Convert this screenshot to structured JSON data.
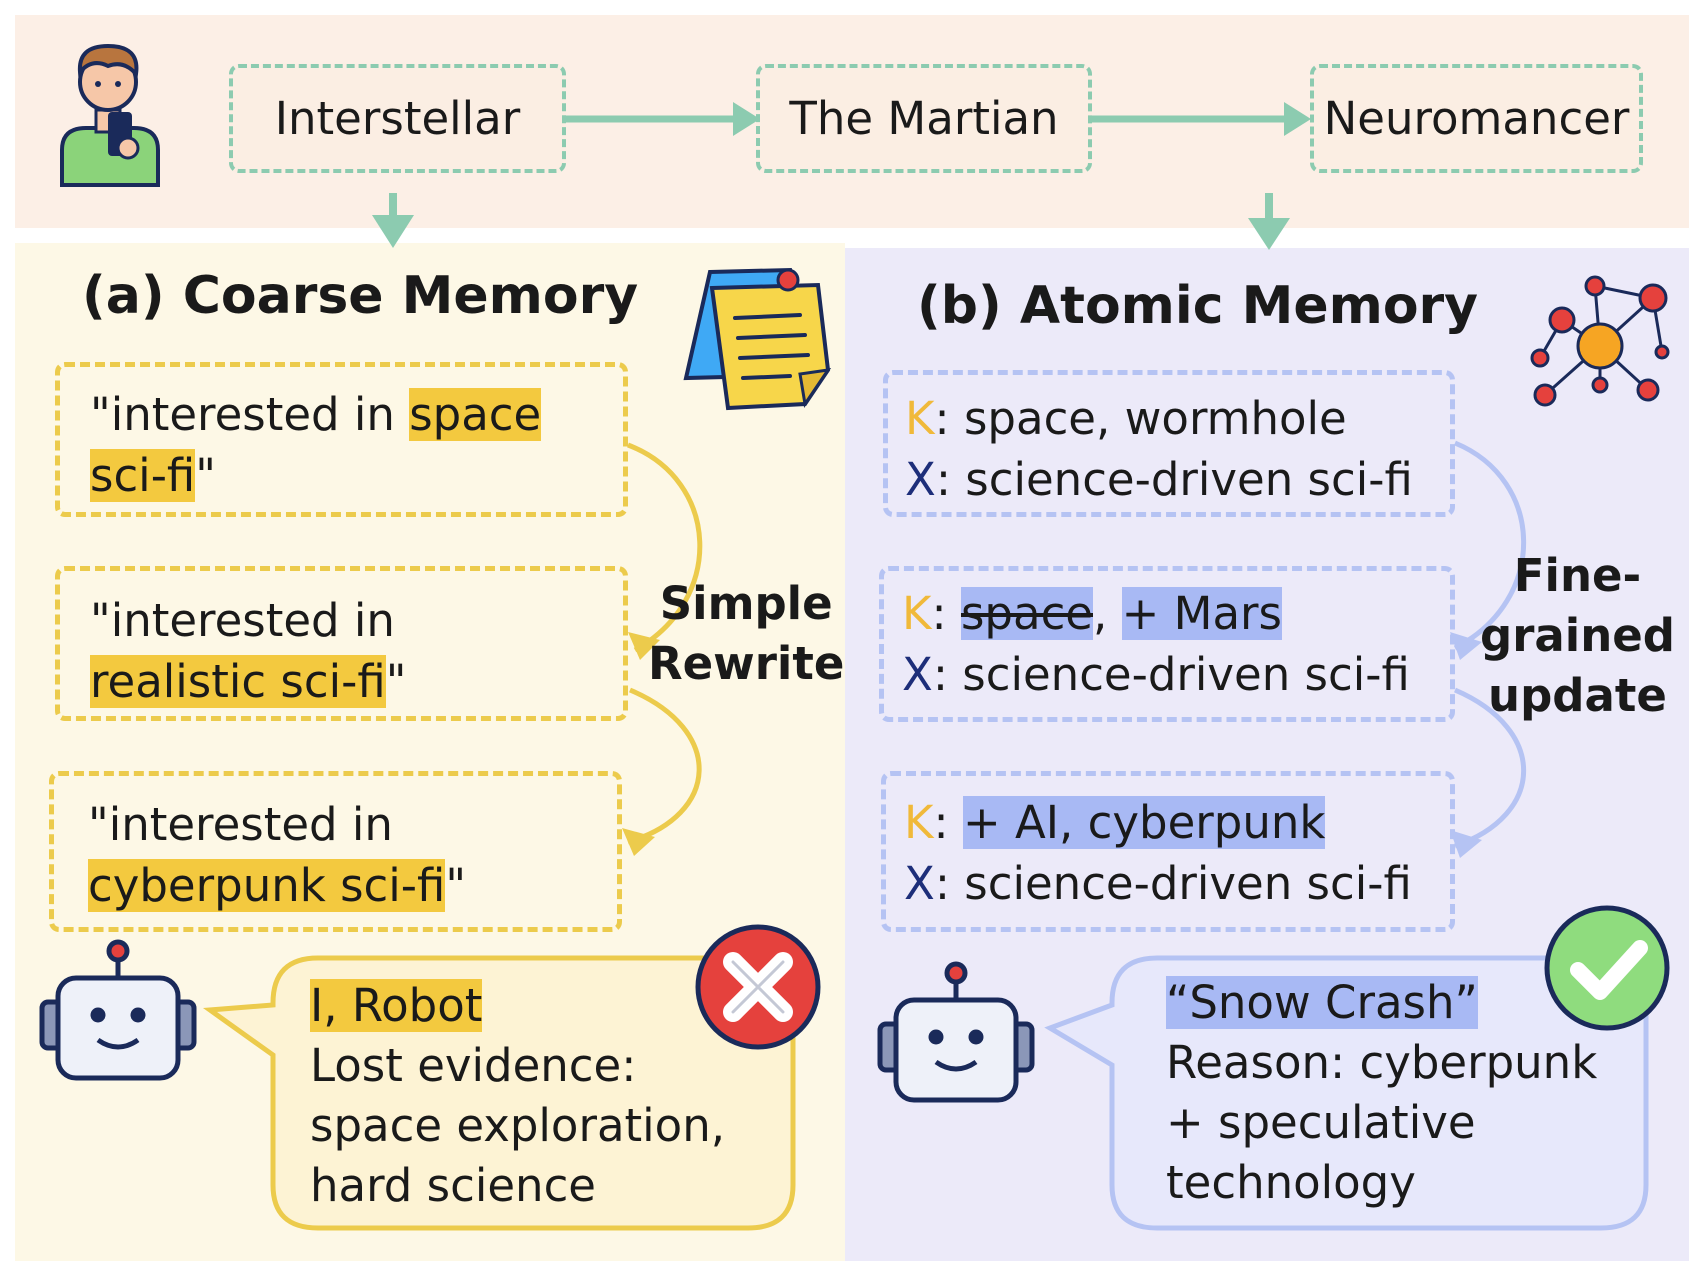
{
  "flow": {
    "movies": [
      "Interstellar",
      "The Martian",
      "Neuromancer"
    ]
  },
  "coarse": {
    "title": "(a) Coarse Memory",
    "cards": [
      {
        "lines": [
          [
            {
              "t": "\"interested in ",
              "hl": false
            },
            {
              "t": "space",
              "hl": true
            }
          ],
          [
            {
              "t": "sci-fi",
              "hl": true
            },
            {
              "t": "\"",
              "hl": false
            }
          ]
        ]
      },
      {
        "lines": [
          [
            {
              "t": "\"interested in",
              "hl": false
            }
          ],
          [
            {
              "t": "realistic sci-fi",
              "hl": true
            },
            {
              "t": "\"",
              "hl": false
            }
          ]
        ]
      },
      {
        "lines": [
          [
            {
              "t": "\"interested in",
              "hl": false
            }
          ],
          [
            {
              "t": "cyberpunk sci-fi",
              "hl": true
            },
            {
              "t": "\"",
              "hl": false
            }
          ]
        ]
      }
    ],
    "rewrite_label": [
      "Simple",
      "Rewrite"
    ],
    "answer": "I, Robot",
    "answer_lines": [
      "Lost evidence:",
      "space exploration,",
      "hard science"
    ],
    "accent_color": "#eccb4c",
    "status": "wrong"
  },
  "atomic": {
    "title": "(b) Atomic Memory",
    "cards": [
      {
        "k": [
          {
            "t": "space, wormhole",
            "hl": false,
            "strike": false
          }
        ],
        "x": "science-driven sci-fi"
      },
      {
        "k": [
          {
            "t": "space",
            "hl": true,
            "strike": true
          },
          {
            "t": ", ",
            "hl": false,
            "strike": false
          },
          {
            "t": "+ Mars",
            "hl": true,
            "strike": false
          }
        ],
        "x": "science-driven sci-fi"
      },
      {
        "k": [
          {
            "t": "+ AI, cyberpunk",
            "hl": true,
            "strike": false
          }
        ],
        "x": "science-driven sci-fi"
      }
    ],
    "key_prefix": "K",
    "x_prefix": "X",
    "update_label": [
      "Fine-",
      "grained",
      "update"
    ],
    "answer": "“Snow Crash”",
    "answer_lines": [
      "Reason: cyberpunk",
      "+ speculative",
      "technology"
    ],
    "accent_color": "#b5c3f3",
    "status": "correct"
  },
  "colors": {
    "arrow_green": "#8ccbb0",
    "cross_red": "#e5413d",
    "check_green": "#8fdc7e"
  },
  "icons": [
    "user-with-phone-icon",
    "sticky-note-icon",
    "network-nodes-icon",
    "robot-icon",
    "cross-icon",
    "check-icon"
  ]
}
